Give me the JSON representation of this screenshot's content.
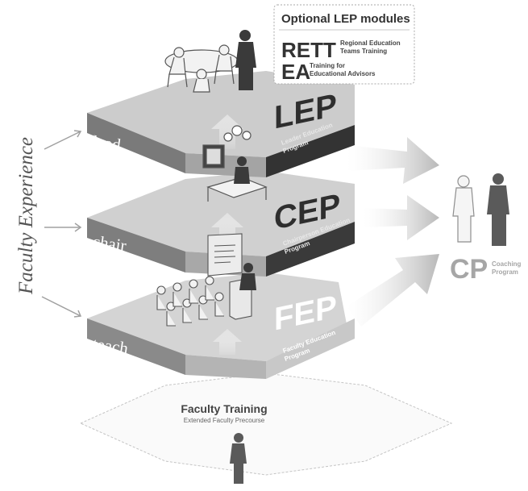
{
  "sidebar": {
    "label": "Faculty Experience"
  },
  "optional_modules": {
    "title": "Optional LEP modules",
    "items": [
      {
        "code": "RETT",
        "line1": "Regional Education",
        "line2": "Teams Training"
      },
      {
        "code": "EA",
        "line1": "Training for",
        "line2": "Educational Advisors"
      }
    ]
  },
  "levels": [
    {
      "role": "lead",
      "code": "LEP",
      "line1": "Leader Education",
      "line2": "Program"
    },
    {
      "role": "chair",
      "code": "CEP",
      "line1": "Chairperson Education",
      "line2": "Program"
    },
    {
      "role": "teach",
      "code": "FEP",
      "line1": "Faculty Education",
      "line2": "Program"
    }
  ],
  "coaching": {
    "code": "CP",
    "line1": "Coaching",
    "line2": "Program"
  },
  "base": {
    "title": "Faculty Training",
    "subtitle": "Extended Faculty Precourse"
  },
  "colors": {
    "dark_face": "#3c3c3c",
    "mid_face": "#6e6e6e",
    "top": "#cfcfcf",
    "light_label": "#a0a0a0"
  }
}
